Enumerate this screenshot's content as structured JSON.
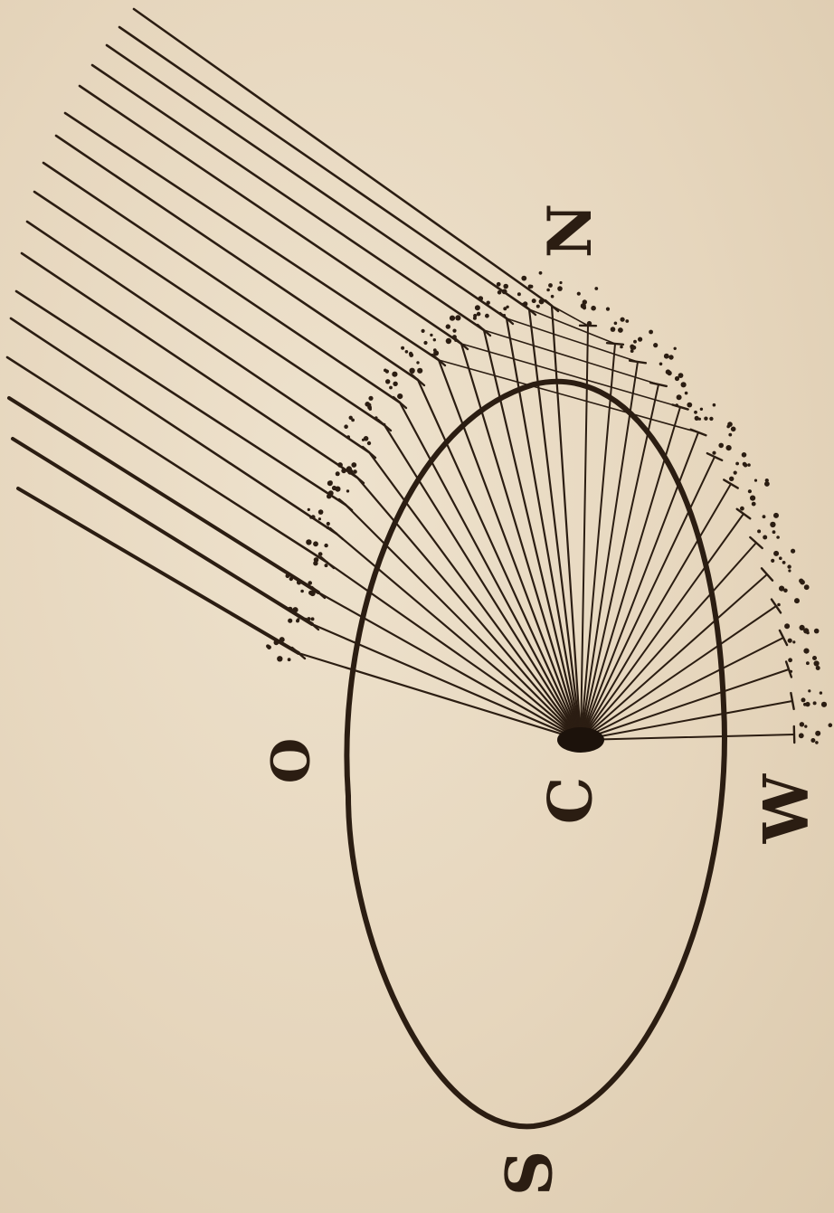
{
  "figure": {
    "labels": {
      "north": "N",
      "west": "W",
      "center": "C",
      "south": "S",
      "east": "O"
    },
    "colors": {
      "paper": "#e9dcc6",
      "ink": "#2b1d12"
    }
  }
}
